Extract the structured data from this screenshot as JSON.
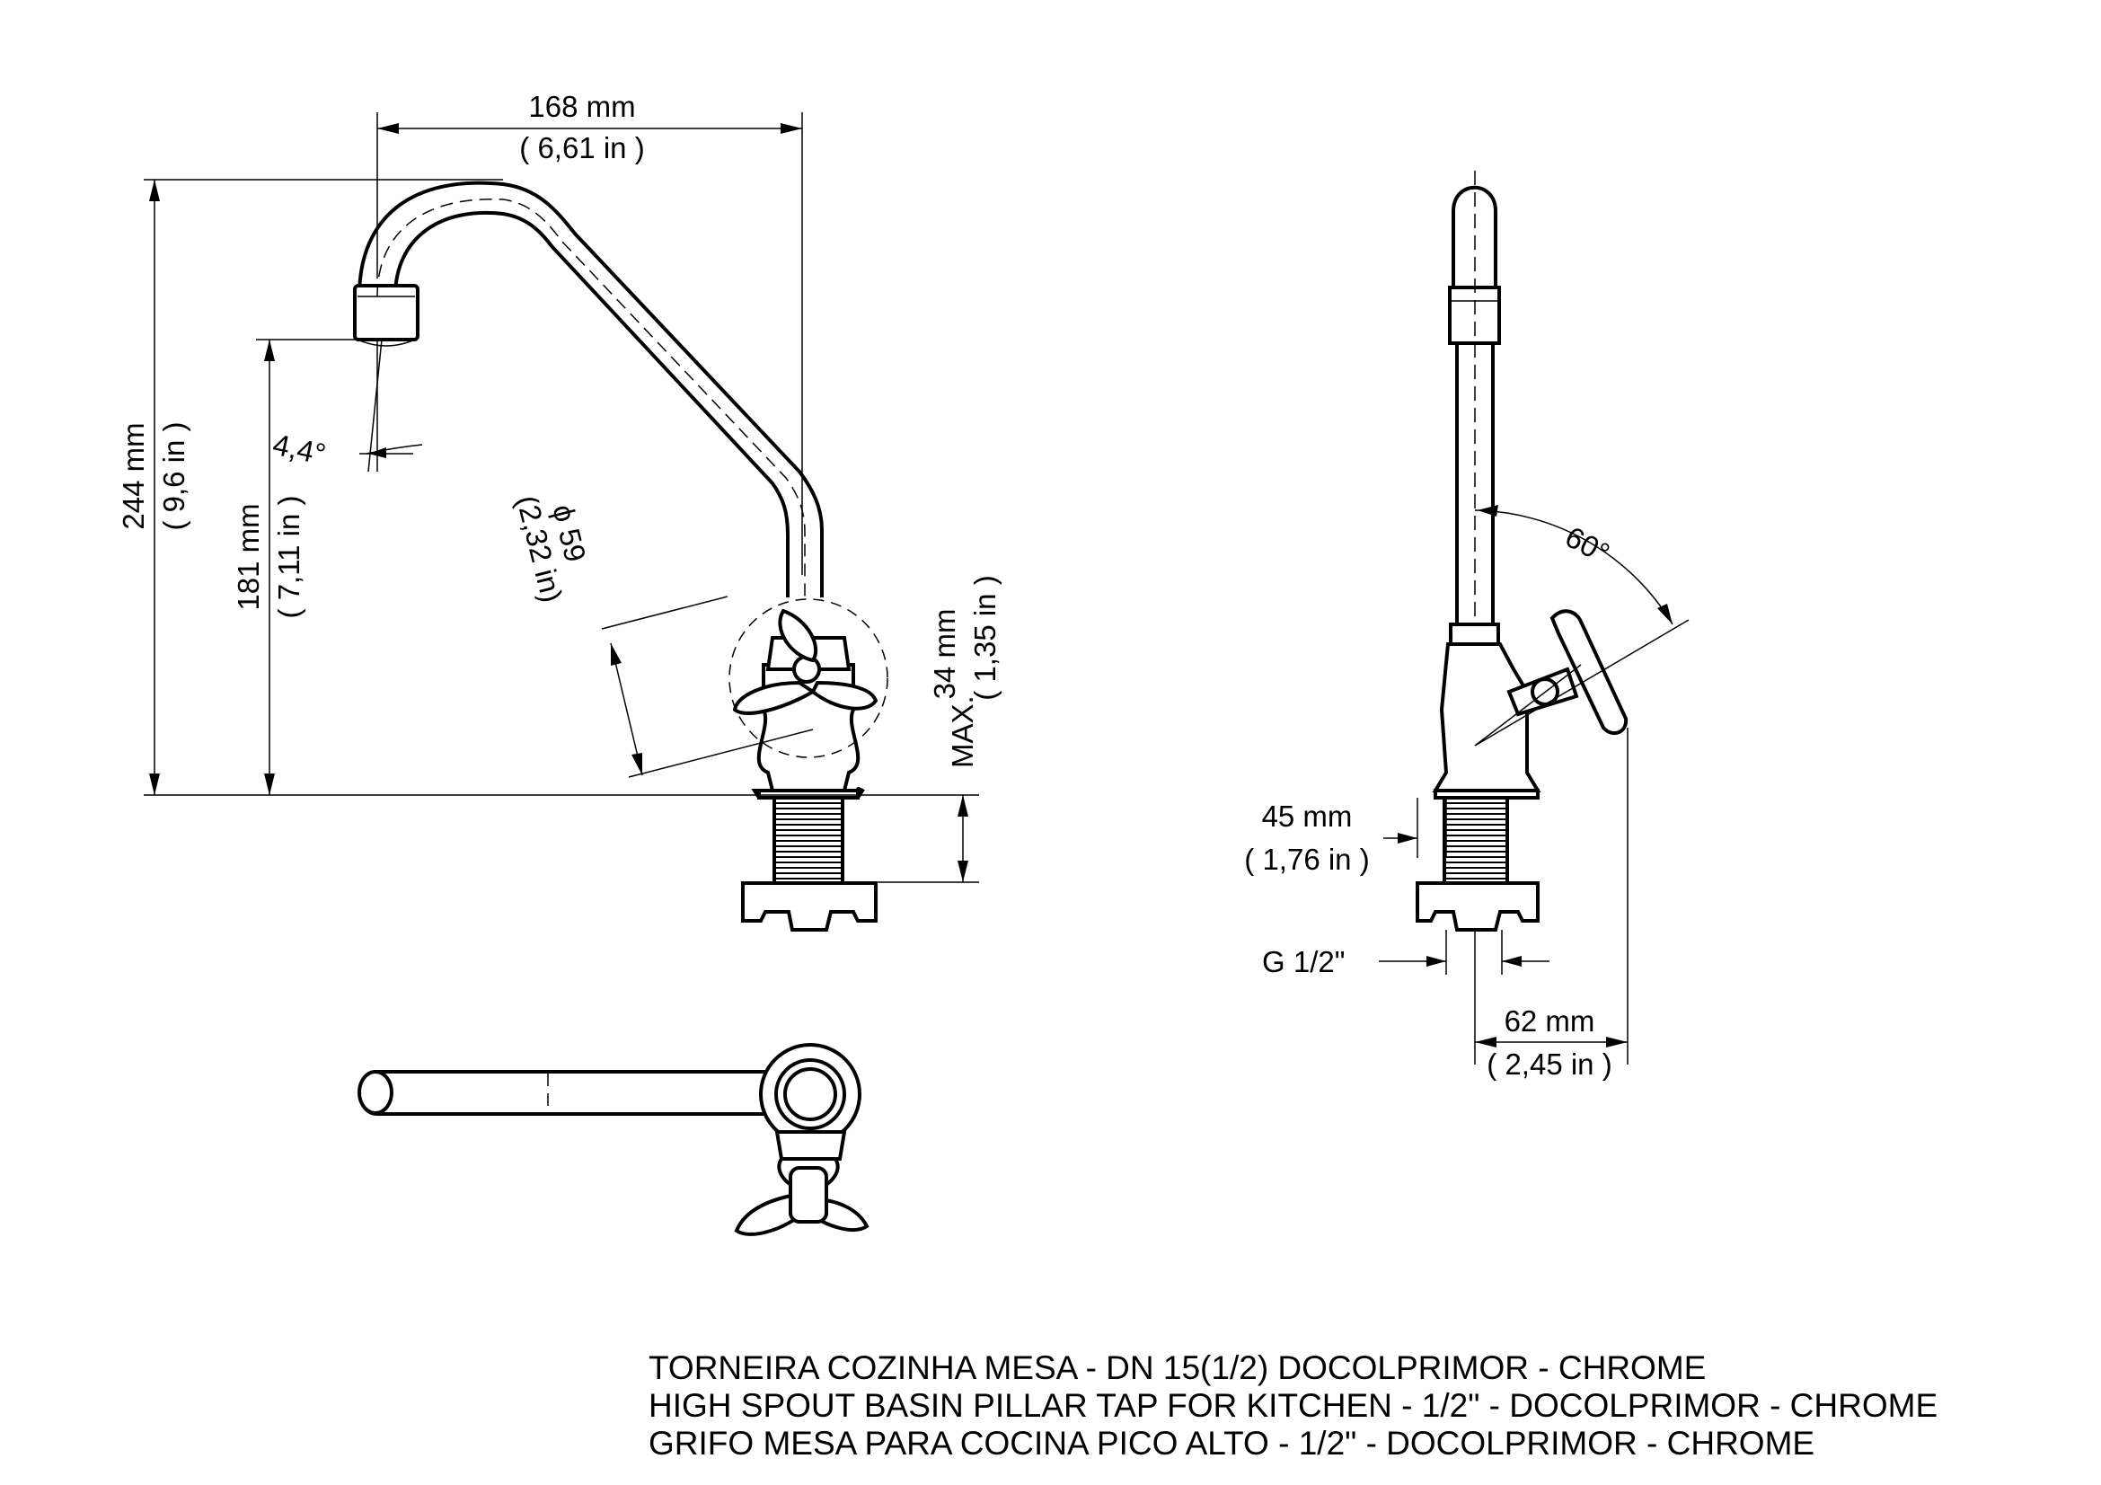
{
  "dimensions": {
    "spout_reach": {
      "mm": "168 mm",
      "in": "( 6,61 in )"
    },
    "total_height": {
      "mm": "244 mm",
      "in": "( 9,6 in )"
    },
    "outlet_height": {
      "mm": "181 mm",
      "in": "( 7,11 in )"
    },
    "spout_angle": "4,4°",
    "base_diameter": {
      "mm": "ϕ 59",
      "in": "(2,32 in)"
    },
    "max_thickness": {
      "prefix": "MAX.",
      "mm": "34 mm",
      "in": "( 1,35 in )"
    },
    "handle_angle": "60°",
    "shank_length": {
      "mm": "45 mm",
      "in": "( 1,76 in )"
    },
    "thread": "G 1/2\"",
    "handle_reach": {
      "mm": "62 mm",
      "in": "( 2,45 in )"
    }
  },
  "caption": {
    "line1": "TORNEIRA COZINHA MESA - DN 15(1/2)  DOCOLPRIMOR - CHROME",
    "line2": "HIGH SPOUT BASIN PILLAR TAP FOR KITCHEN - 1/2\" - DOCOLPRIMOR - CHROME",
    "line3": "GRIFO MESA PARA COCINA PICO ALTO - 1/2\" - DOCOLPRIMOR - CHROME"
  }
}
